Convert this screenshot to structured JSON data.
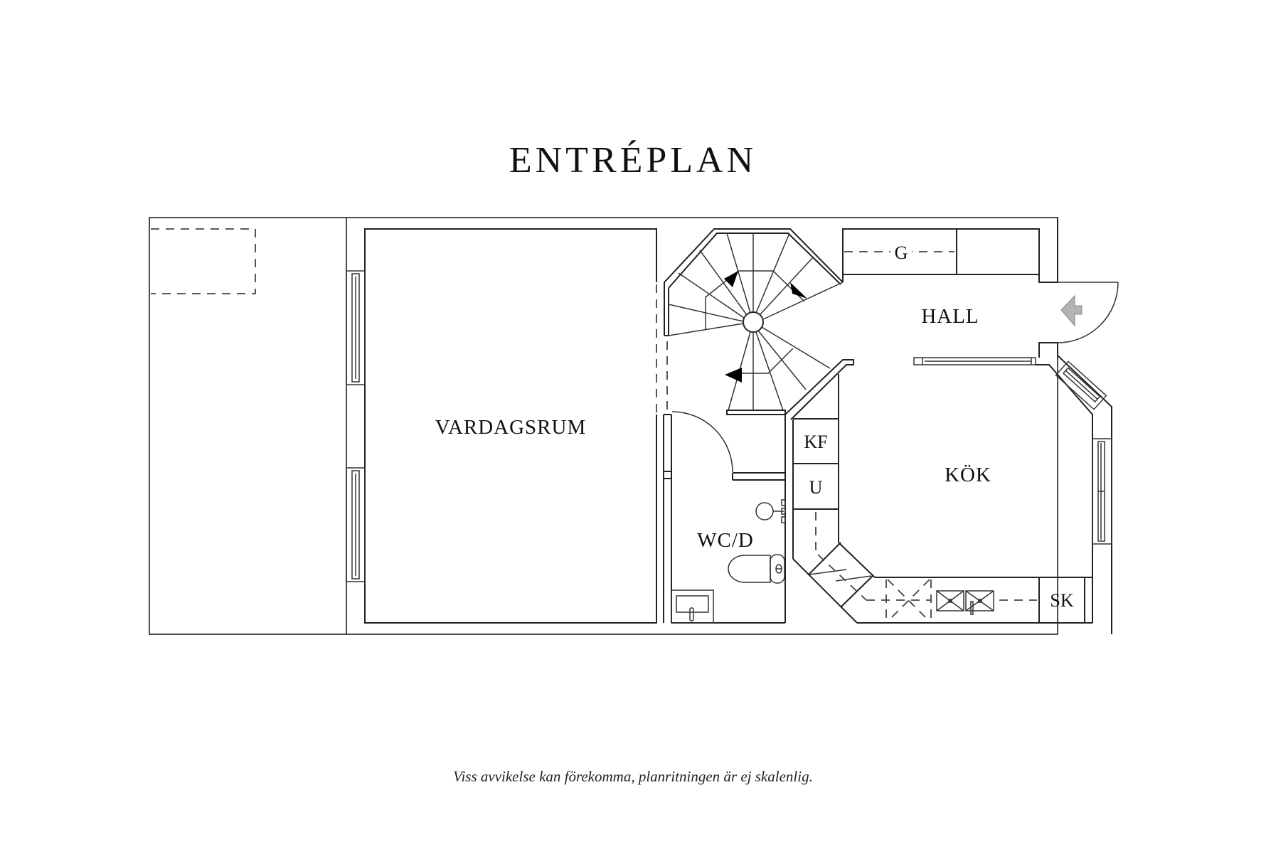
{
  "title": "ENTRÉPLAN",
  "footnote": "Viss avvikelse kan förekomma, planritningen är ej skalenlig.",
  "rooms": {
    "vardagsrum": "VARDAGSRUM",
    "hall": "HALL",
    "kok": "KÖK",
    "wc": "WC/D"
  },
  "fixtures": {
    "garderob": "G",
    "kyl_frys": "KF",
    "ugn": "U",
    "skap": "SK"
  },
  "colors": {
    "line": "#222222",
    "entrance_arrow": "#b3b3b3",
    "background": "#ffffff"
  }
}
